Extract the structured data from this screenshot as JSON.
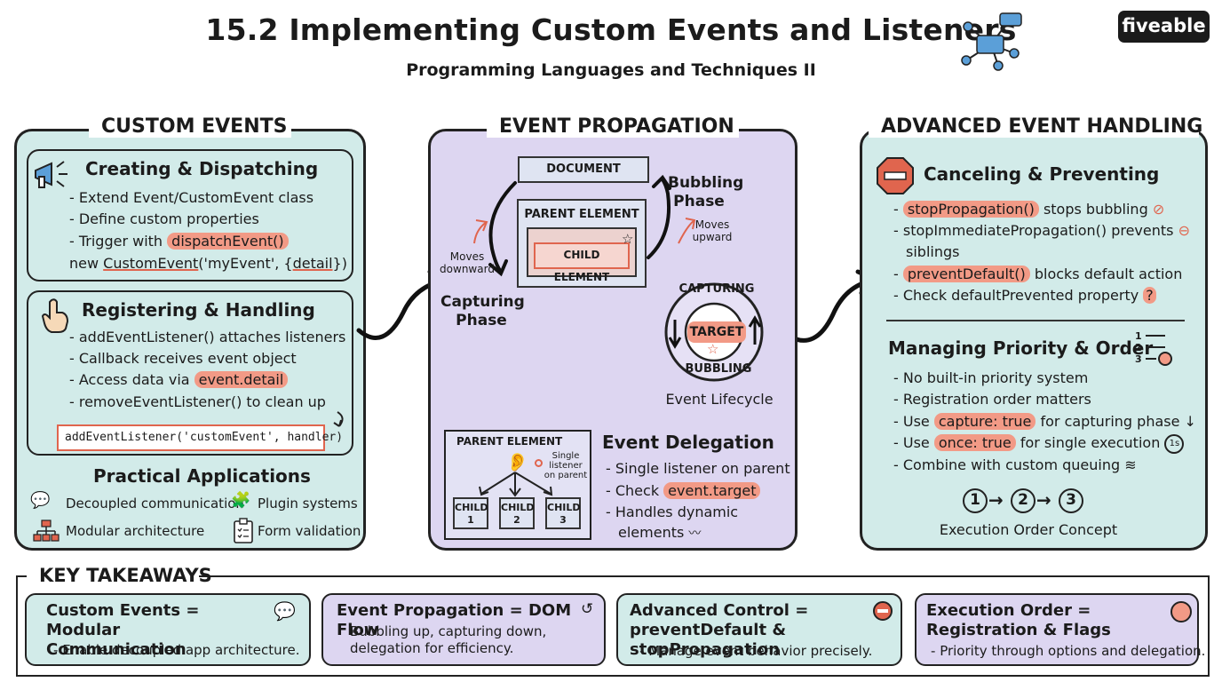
{
  "header": {
    "title": "15.2 Implementing Custom Events and Listeners",
    "subtitle": "Programming Languages and Techniques II",
    "logo": "fiveable"
  },
  "custom_events": {
    "title": "CUSTOM EVENTS",
    "creating": {
      "heading": "Creating & Dispatching",
      "items": [
        "Extend Event/CustomEvent class",
        "Define custom properties",
        "Trigger with"
      ],
      "trigger_code": "dispatchEvent()",
      "new_prefix": "new ",
      "new_class": "CustomEvent",
      "new_args_a": "('myEvent', {",
      "new_detail": "detail",
      "new_args_b": "})"
    },
    "registering": {
      "heading": "Registering & Handling",
      "items": [
        "addEventListener() attaches listeners",
        "Callback receives event object",
        "Access data via",
        "removeEventListener() to clean up"
      ],
      "access_code": "event.detail",
      "code": "addEventListener('customEvent', handler)"
    },
    "practical": {
      "heading": "Practical Applications",
      "items": [
        "Decoupled communication",
        "Plugin systems",
        "Modular architecture",
        "Form validation"
      ]
    }
  },
  "propagation": {
    "title": "EVENT PROPAGATION",
    "document": "DOCUMENT",
    "parent": "PARENT ELEMENT",
    "child": "CHILD ELEMENT",
    "bubbling": "Bubbling Phase",
    "moves_upward": "Moves upward",
    "moves_downward": "Moves downward",
    "capturing": "Capturing Phase",
    "lifecycle": {
      "capturing": "CAPTURING",
      "target": "TARGET",
      "bubbling": "BUBBLING",
      "label": "Event Lifecycle"
    },
    "delegation": {
      "parent": "PARENT ELEMENT",
      "note": "Single listener on parent",
      "children": [
        "CHILD 1",
        "CHILD 2",
        "CHILD 3"
      ],
      "heading": "Event Delegation",
      "items": [
        "Single listener on parent",
        "Check",
        "Handles dynamic",
        "elements"
      ],
      "check_code": "event.target"
    }
  },
  "advanced": {
    "title": "ADVANCED EVENT HANDLING",
    "canceling": {
      "heading": "Canceling & Preventing",
      "stop_code": "stopPropagation()",
      "stop_text": " stops bubbling",
      "immediate_a": "stopImmediatePropagation() prevents",
      "immediate_b": "siblings",
      "prevent_code": "preventDefault()",
      "prevent_text": " blocks default action",
      "check": "Check defaultPrevented property"
    },
    "priority": {
      "heading": "Managing Priority & Order",
      "list_icon": [
        "1",
        "2",
        "3"
      ],
      "items": [
        "No built-in priority system",
        "Registration order matters"
      ],
      "use": "Use ",
      "capture_code": "capture: true",
      "capture_text": " for capturing phase",
      "once_code": "once: true",
      "once_text": " for single execution",
      "once_badge": "1s",
      "combine": "Combine with custom queuing",
      "order_steps": [
        "1",
        "2",
        "3"
      ],
      "order_caption": "Execution Order Concept"
    }
  },
  "takeaways": {
    "title": "KEY TAKEAWAYS",
    "cards": [
      {
        "heading": "Custom Events = Modular Communication",
        "desc": "Enable decoupled app architecture."
      },
      {
        "heading": "Event Propagation = DOM Flow",
        "desc": "Bubbling up, capturing down, delegation for efficiency."
      },
      {
        "heading": "Advanced Control = preventDefault & stopPropagation",
        "desc": "Manage event behavior precisely."
      },
      {
        "heading": "Execution Order = Registration & Flags",
        "desc": "Priority through options and delegation."
      }
    ]
  },
  "colors": {
    "teal": "#d2ebe9",
    "lavender": "#ddd6f1",
    "highlight": "#f29a86",
    "accent": "#e0654e",
    "ink": "#222222"
  },
  "icons": [
    "network-icon",
    "megaphone-icon",
    "pointer-hand-icon",
    "chat-bubbles-icon",
    "puzzle-icon",
    "org-chart-icon",
    "clipboard-icon",
    "star-icon",
    "ear-icon",
    "no-entry-icon",
    "question-icon",
    "ordered-list-icon",
    "clock-icon",
    "arrow-down-icon",
    "layers-icon",
    "waves-icon",
    "return-arrow-icon",
    "flow-icon"
  ]
}
